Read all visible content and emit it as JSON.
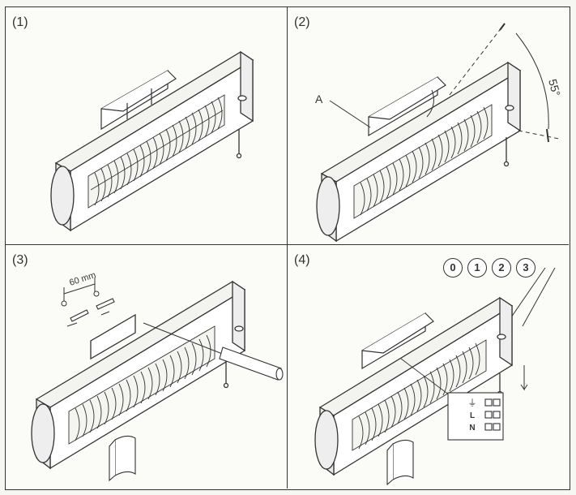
{
  "panels": [
    {
      "label": "(1)"
    },
    {
      "label": "(2)",
      "angle_label": "55°",
      "part_label": "A"
    },
    {
      "label": "(3)",
      "dimension_label": "60 mm"
    },
    {
      "label": "(4)",
      "switch_positions": [
        "0",
        "1",
        "2",
        "3"
      ],
      "terminals": [
        "⏚",
        "L",
        "N"
      ]
    }
  ]
}
